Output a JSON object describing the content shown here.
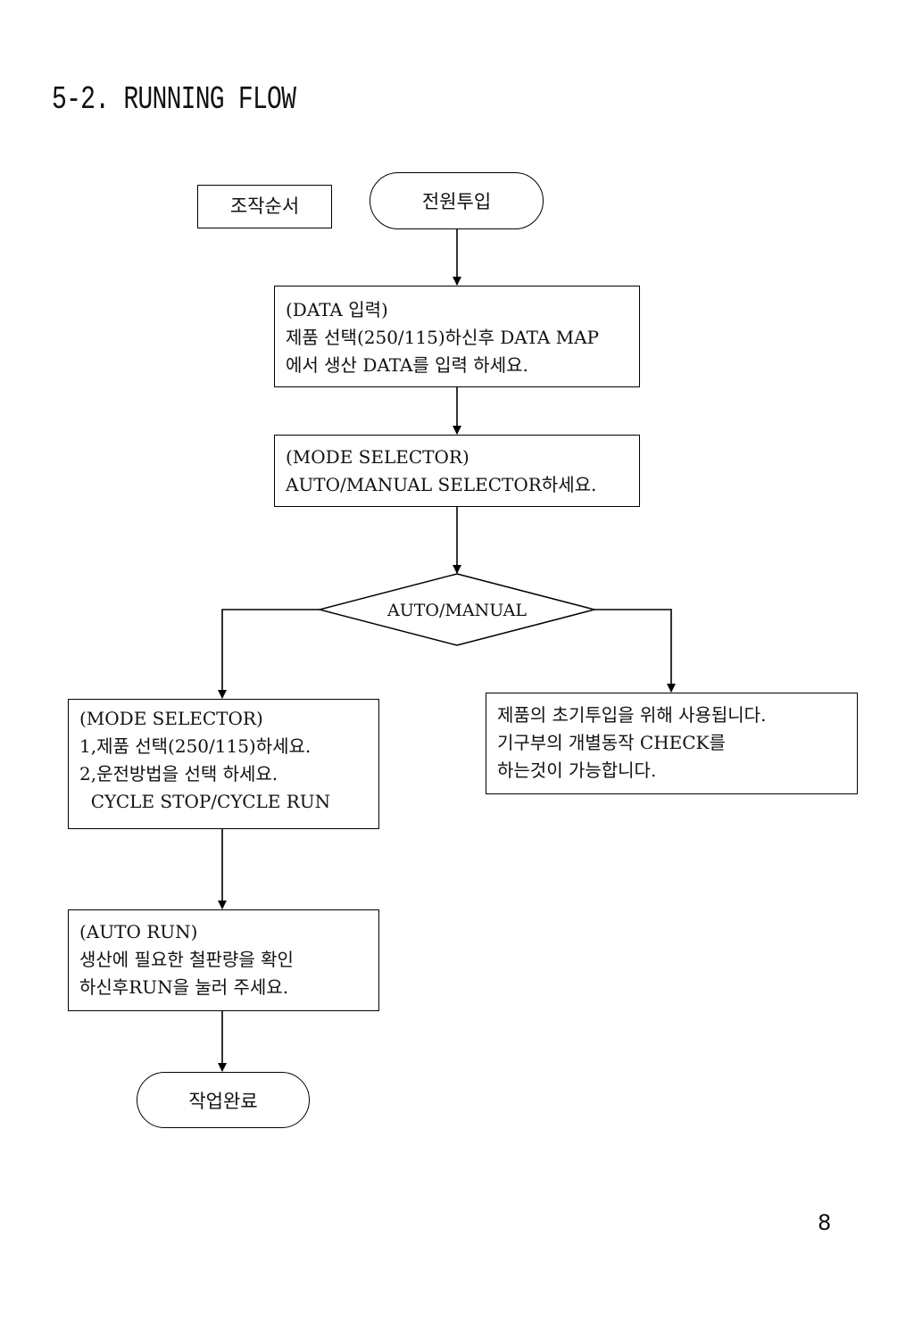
{
  "page": {
    "heading": "5-2. RUNNING FLOW",
    "page_number": "8"
  },
  "flowchart": {
    "procedure_label": "조작순서",
    "start": "전원투입",
    "data_input": {
      "lines": [
        "(DATA 입력)",
        "제품 선택(250/115)하신후 DATA MAP",
        "에서 생산 DATA를 입력 하세요."
      ]
    },
    "mode_select": {
      "lines": [
        "(MODE SELECTOR)",
        "AUTO/MANUAL SELECTOR하세요."
      ]
    },
    "decision": "AUTO/MANUAL",
    "auto_branch": {
      "lines": [
        "(MODE SELECTOR)",
        "1,제품 선택(250/115)하세요.",
        "2,운전방법을 선택 하세요.",
        "  CYCLE STOP/CYCLE RUN"
      ]
    },
    "manual_branch": {
      "lines": [
        "제품의 초기투입을 위해 사용됩니다.",
        "기구부의 개별동작 CHECK를",
        "하는것이 가능합니다."
      ]
    },
    "auto_run": {
      "lines": [
        "(AUTO RUN)",
        "생산에 필요한 철판량을 확인",
        "하신후RUN을 눌러 주세요."
      ]
    },
    "end": "작업완료"
  }
}
